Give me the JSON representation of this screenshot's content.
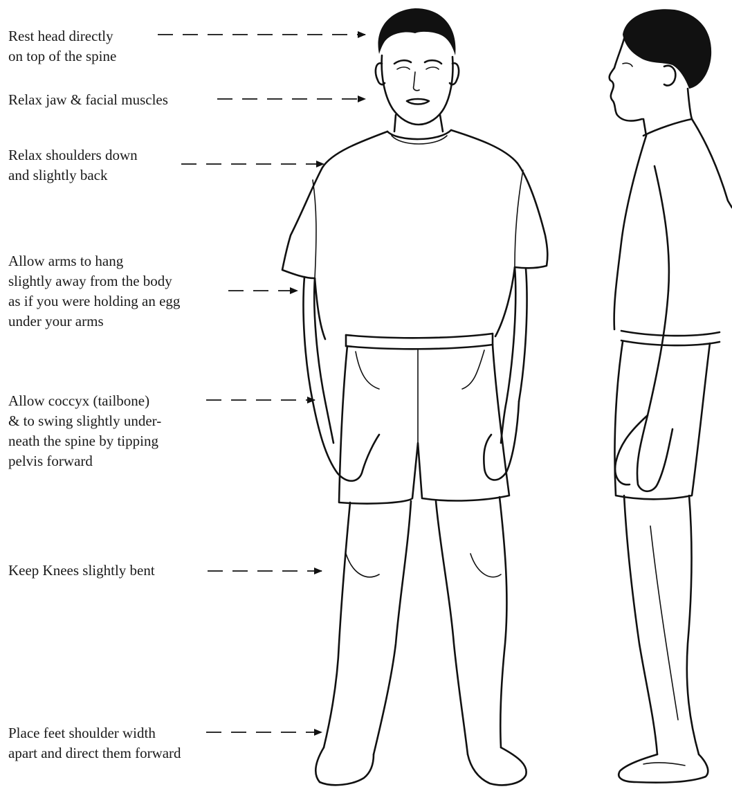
{
  "annotations": [
    {
      "id": "head",
      "lines": [
        "Rest head directly",
        "on top of the spine"
      ]
    },
    {
      "id": "jaw",
      "lines": [
        "Relax jaw & facial muscles"
      ]
    },
    {
      "id": "shoulders",
      "lines": [
        "Relax shoulders down",
        "and slightly back"
      ]
    },
    {
      "id": "arms",
      "lines": [
        "Allow arms to hang",
        "slightly away from the body",
        "as if you were holding an egg",
        "under your arms"
      ]
    },
    {
      "id": "coccyx",
      "lines": [
        "Allow coccyx (tailbone)",
        "& to swing slightly under-",
        "neath the spine by tipping",
        "pelvis forward"
      ]
    },
    {
      "id": "knees",
      "lines": [
        "Keep Knees slightly bent"
      ]
    },
    {
      "id": "feet",
      "lines": [
        "Place feet shoulder width",
        "apart and direct them forward"
      ]
    }
  ],
  "colors": {
    "ink": "#111111",
    "paper": "#ffffff"
  }
}
